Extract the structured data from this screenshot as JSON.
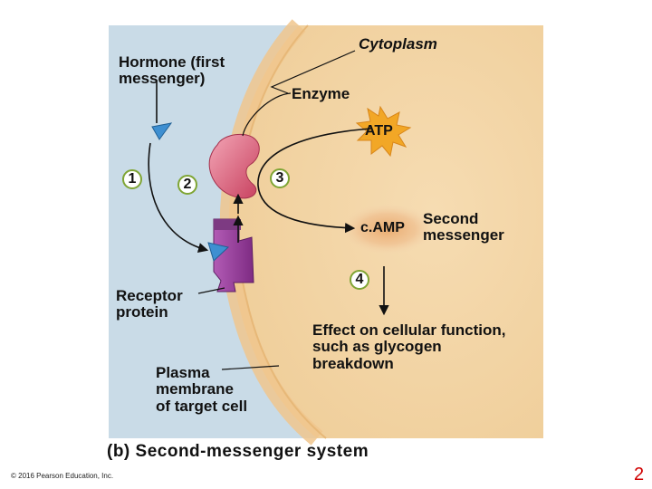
{
  "labels": {
    "cytoplasm": "Cytoplasm",
    "hormone": "Hormone (first\nmessenger)",
    "enzyme": "Enzyme",
    "atp": "ATP",
    "camp": "c.AMP",
    "second_messenger": "Second\nmessenger",
    "receptor": "Receptor\nprotein",
    "membrane": "Plasma\nmembrane\nof target cell",
    "effect": "Effect on cellular function,\nsuch as glycogen\nbreakdown"
  },
  "steps": [
    "1",
    "2",
    "3",
    "4"
  ],
  "caption": "(b)  Second-messenger system",
  "copyright": "© 2016 Pearson Education, Inc.",
  "page_number": "2",
  "colors": {
    "extracellular": "#c9dbe7",
    "cytoplasm": "#f4d7ab",
    "membrane": "#f0c68d",
    "enzyme": "#dc5a78",
    "receptor": "#9a3e9d",
    "hormone": "#3e8fd1",
    "atp_burst": "#f2a726",
    "camp_glow": "#edb57a",
    "step_ring": "#7fa534",
    "page_number": "#d00000"
  }
}
